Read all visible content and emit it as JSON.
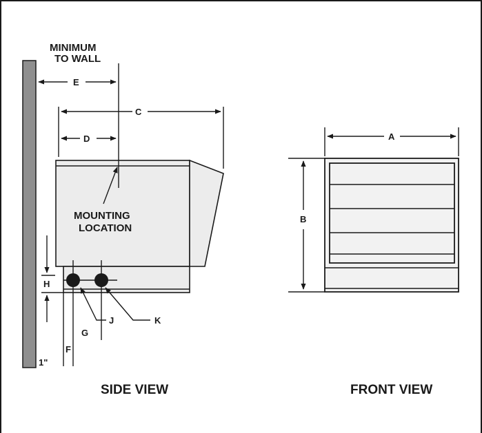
{
  "colors": {
    "line": "#1a1a1a",
    "wall": "#8f8f8f",
    "heater_body": "#ececec",
    "louver_bg": "#f2f2f2",
    "pipe": "#1a1a1a"
  },
  "labels": {
    "min_wall_1": "MINIMUM",
    "min_wall_2": "TO WALL",
    "mount_1": "MOUNTING",
    "mount_2": "LOCATION",
    "side_view": "SIDE VIEW",
    "front_view": "FRONT VIEW",
    "wall_gap": "1\""
  },
  "dims": {
    "a": "A",
    "b": "B",
    "c": "C",
    "d": "D",
    "e": "E",
    "f": "F",
    "g": "G",
    "h": "H",
    "j": "J",
    "k": "K"
  }
}
